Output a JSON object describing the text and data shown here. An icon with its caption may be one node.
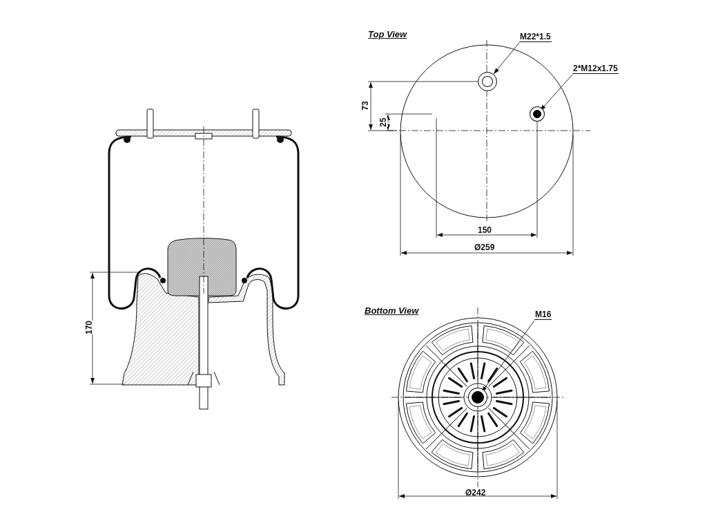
{
  "diagram": {
    "nodes": [
      {
        "text": [
          "M22*1.5"
        ]
      },
      {
        "text": [],
        "shape": "circle"
      },
      {
        "text": [
          "2*M12x1.75"
        ]
      },
      {
        "text": [],
        "shape": "circle"
      },
      {
        "text": [
          "M16"
        ]
      },
      {
        "text": [],
        "shape": "circle"
      }
    ],
    "edges": [
      {
        "from": 0,
        "to": 1,
        "arrow": "to"
      },
      {
        "from": 2,
        "to": 3,
        "arrow": "to"
      },
      {
        "from": 4,
        "to": 5,
        "arrow": "to"
      }
    ],
    "labels": [
      "Top View",
      "73",
      "25",
      "150",
      "Ø259",
      "170",
      "Bottom View",
      "Ø242"
    ]
  }
}
